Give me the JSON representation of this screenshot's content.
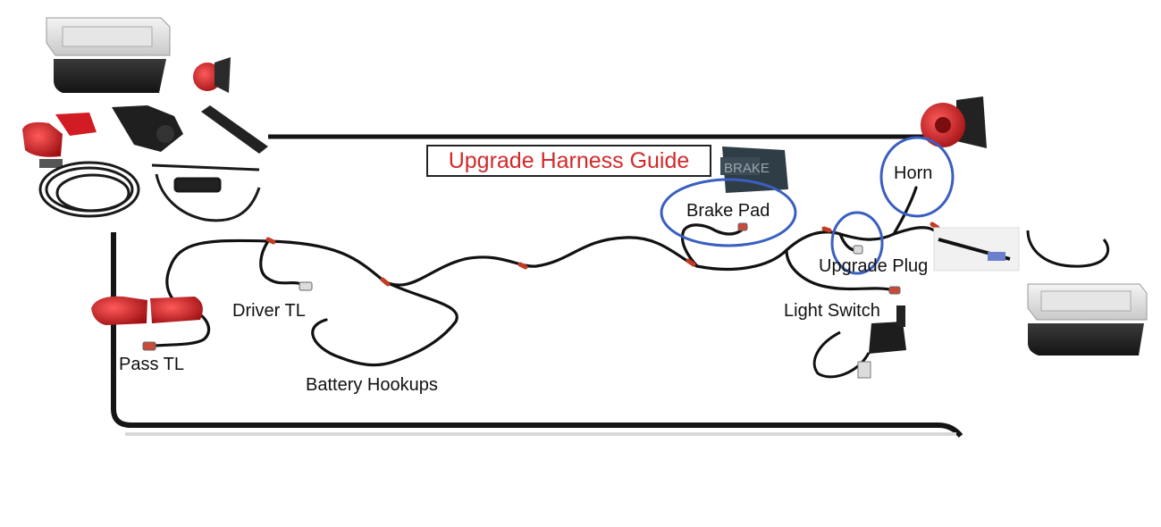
{
  "title": "Upgrade Harness Guide",
  "labels": {
    "brake_pad": "Brake Pad",
    "horn": "Horn",
    "upgrade_plug": "Upgrade Plug",
    "light_switch": "Light Switch",
    "driver_tl": "Driver TL",
    "pass_tl": "Pass TL",
    "battery_hookups": "Battery Hookups"
  },
  "brake_box_text": "BRAKE",
  "colors": {
    "title_text": "#d22a2a",
    "highlight_circle": "#3a5fc0",
    "wire": "#111111",
    "wire_sleeve": "#c23b22",
    "tail_light": "#c4161c",
    "horn": "#c81e1e"
  }
}
